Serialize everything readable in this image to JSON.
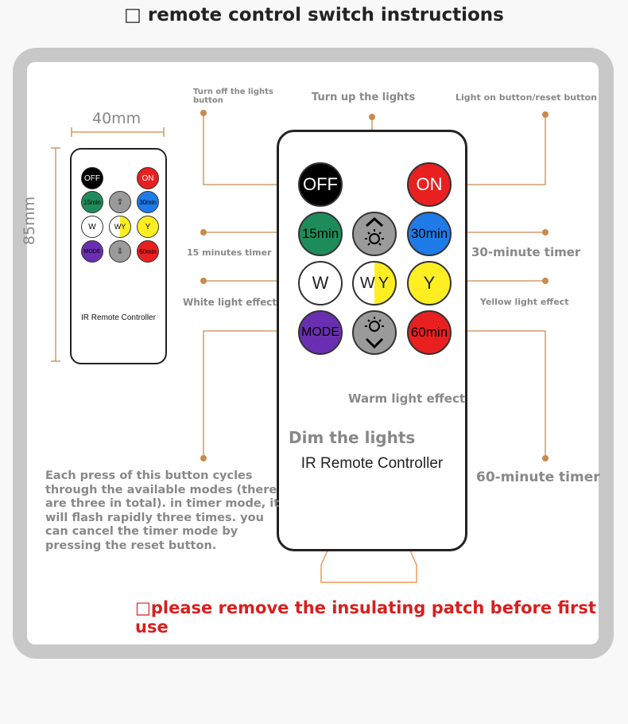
{
  "title": "□ remote control switch instructions",
  "warning": "□please remove the insulating patch before first use",
  "dimensions": {
    "width_label": "40mm",
    "height_label": "85mm"
  },
  "remote_label": "IR Remote Controller",
  "buttons": {
    "off": "OFF",
    "on": "ON",
    "t15": "15min",
    "t30": "30min",
    "w": "W",
    "wy_w": "W",
    "wy_y": "Y",
    "y": "Y",
    "mode": "MODE",
    "t60": "60min"
  },
  "callouts": {
    "turn_off": "Turn off the lights button",
    "turn_up": "Turn up the lights",
    "light_on": "Light on button/reset button",
    "min15": "15 minutes timer",
    "min30": "30-minute timer",
    "white": "White light effect",
    "yellow": "Yellow light effect",
    "warm": "Warm light effect",
    "dim": "Dim the lights",
    "min60": "60-minute timer",
    "mode_desc": "Each press of this button cycles through the available modes (there are three in total). in timer mode, it will flash rapidly three times. you can cancel the timer mode by pressing the reset button."
  },
  "colors": {
    "off": "#000000",
    "on": "#e82020",
    "timer15": "#1e8c5a",
    "timer30": "#1e7be8",
    "white": "#ffffff",
    "yellow": "#ffee22",
    "mode": "#6a2fb0",
    "timer60": "#e82020",
    "dim": "#9a9a9a",
    "lines": "#c98a4a",
    "warning": "#d81f1f"
  }
}
